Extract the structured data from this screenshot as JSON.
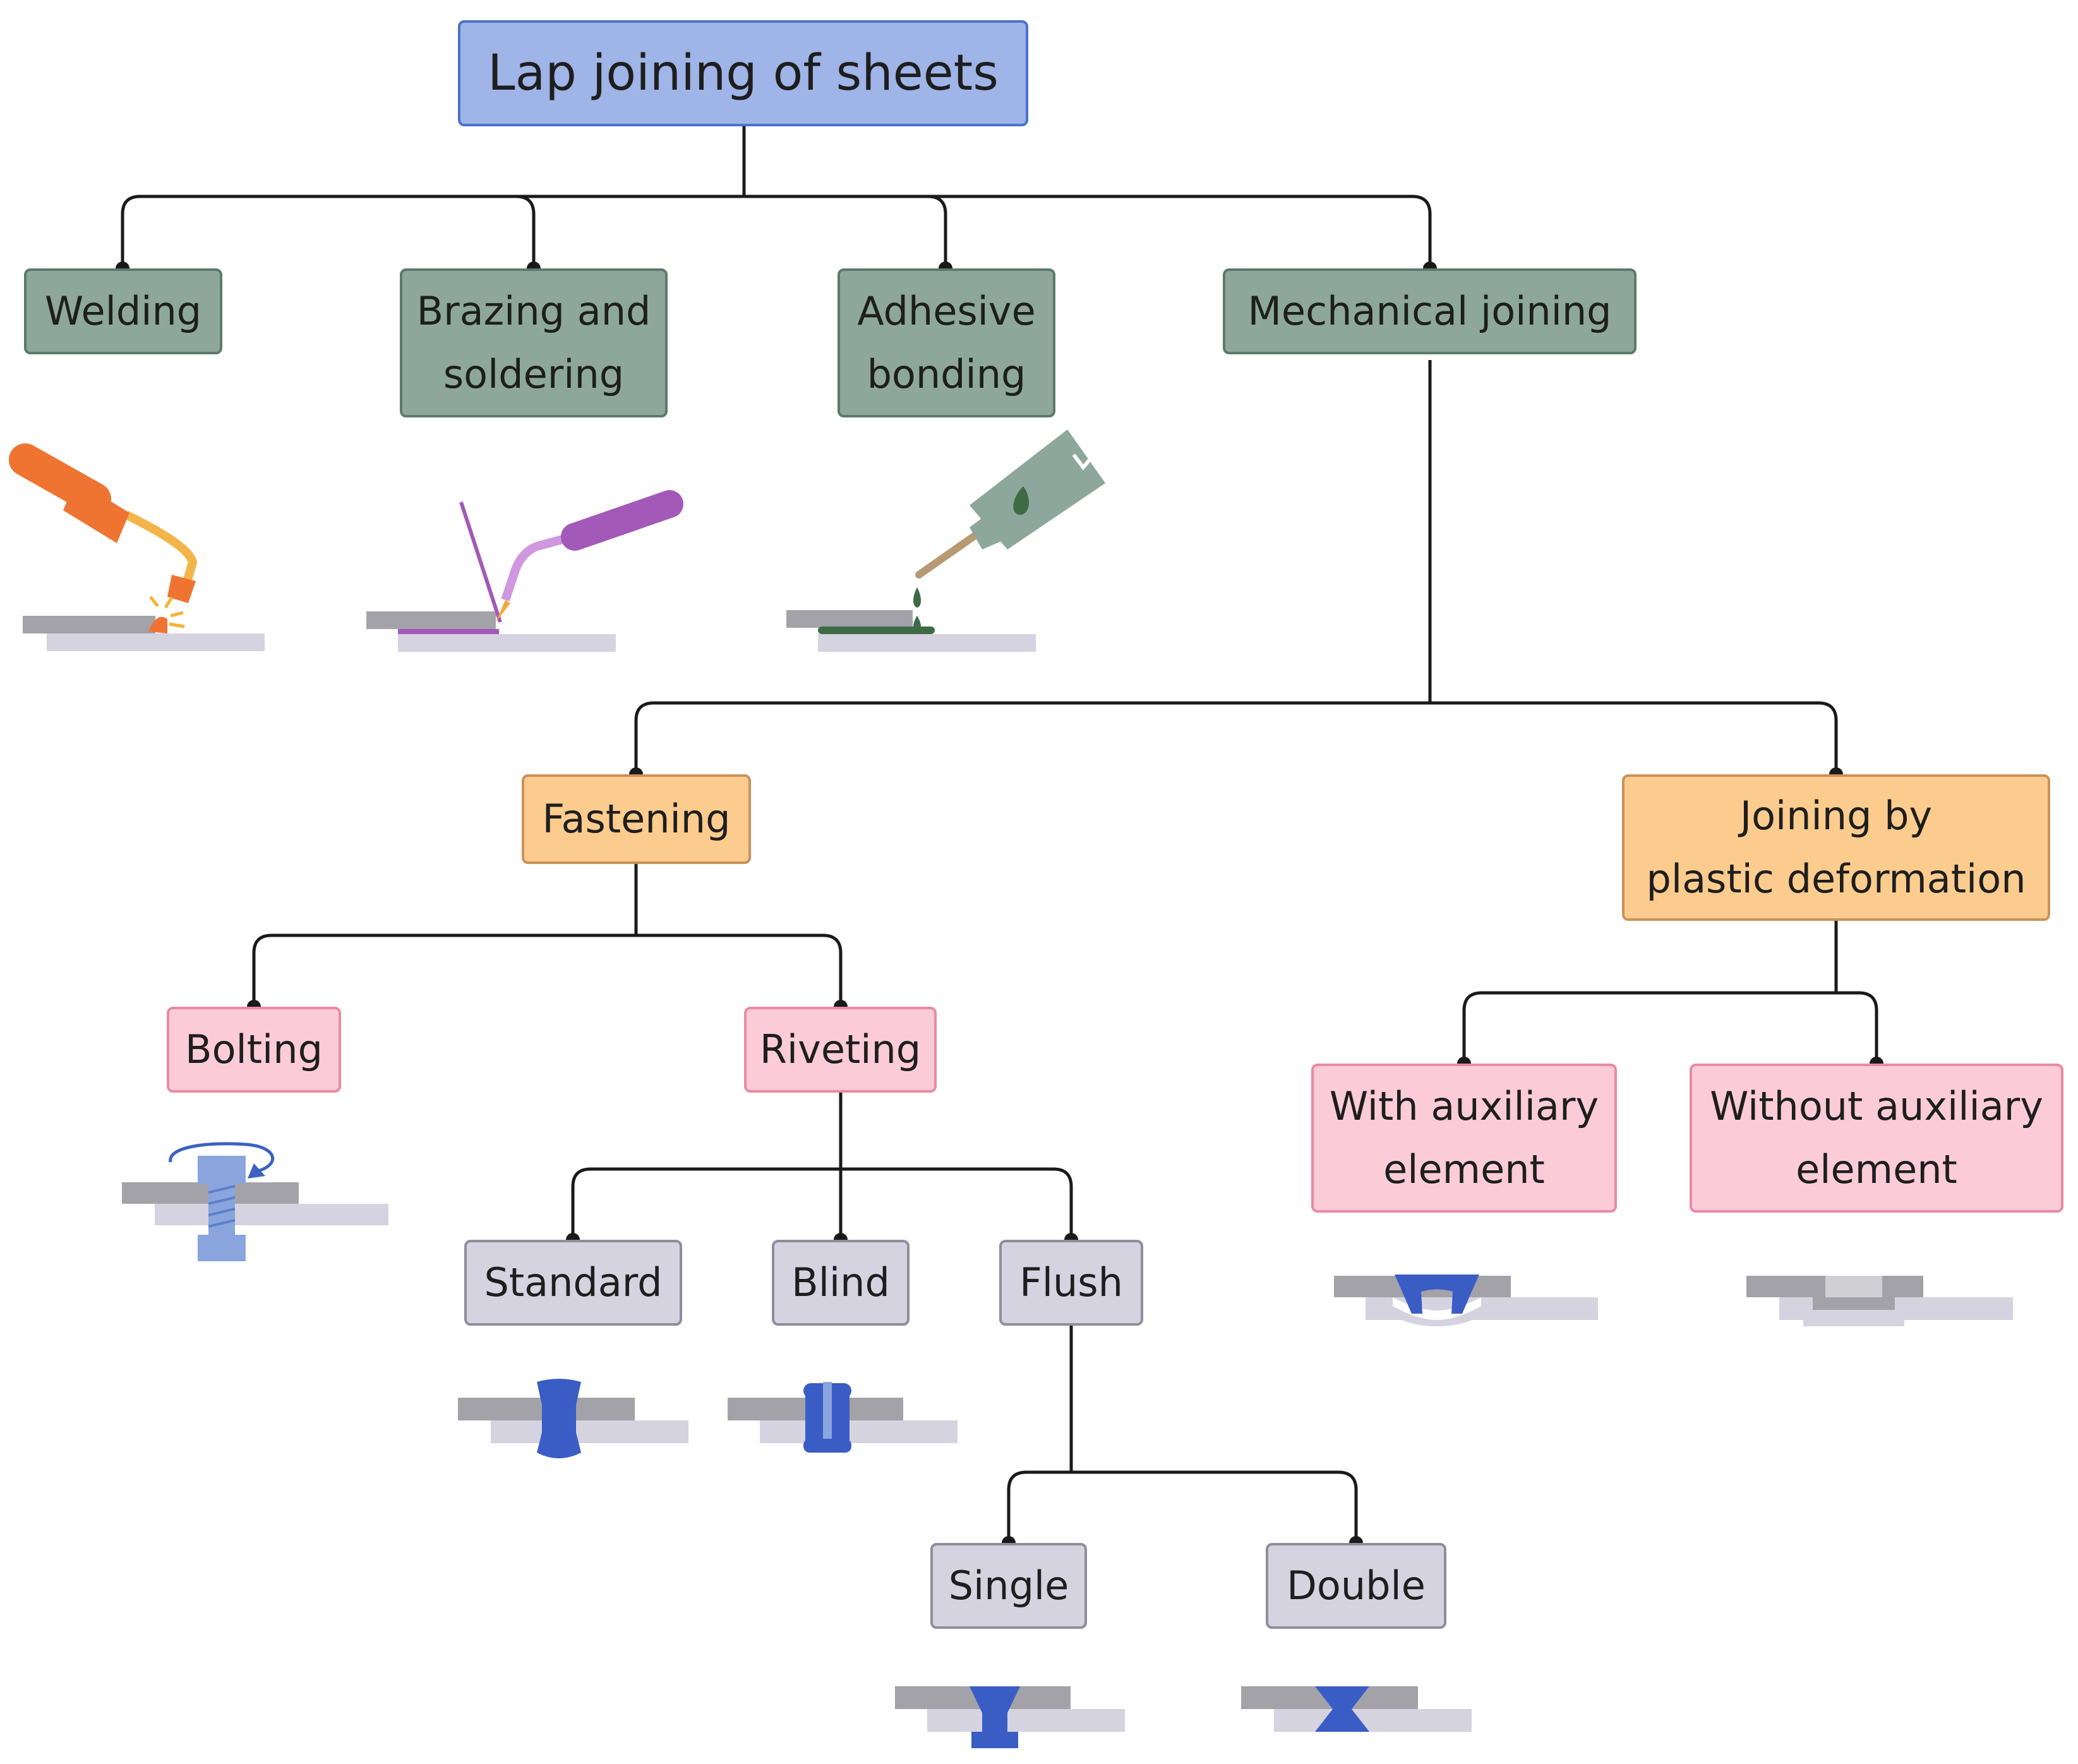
{
  "colors": {
    "connector": "#1a1a1a",
    "sheet_top": "#a3a2a9",
    "sheet_bottom": "#d5d3e0",
    "welding_torch": "#ef7431",
    "welding_hose": "#f3b54a",
    "spark": "#f9b233",
    "brazing_torch": "#a359b8",
    "brazing_tip": "#cf97de",
    "brazing_flame": "#f6a63b",
    "adhesive_tube": "#8da79c",
    "adhesive_drop": "#3d6b45",
    "adhesive_nozzle": "#b79a74",
    "bolt": "#8aa5dd",
    "bolt_arrow": "#3b62c2",
    "rivet": "#3a5dc5"
  },
  "nodes": {
    "root": {
      "label": "Lap joining of sheets"
    },
    "welding": {
      "label": "Welding"
    },
    "brazing": {
      "label": "Brazing and\nsoldering"
    },
    "adhesive": {
      "label": "Adhesive\nbonding"
    },
    "mechanical": {
      "label": "Mechanical joining"
    },
    "fastening": {
      "label": "Fastening"
    },
    "plastic": {
      "label": "Joining by\nplastic deformation"
    },
    "bolting": {
      "label": "Bolting"
    },
    "riveting": {
      "label": "Riveting"
    },
    "with_aux": {
      "label": "With auxiliary\nelement"
    },
    "without_aux": {
      "label": "Without auxiliary\nelement"
    },
    "standard": {
      "label": "Standard"
    },
    "blind": {
      "label": "Blind"
    },
    "flush": {
      "label": "Flush"
    },
    "single": {
      "label": "Single"
    },
    "double": {
      "label": "Double"
    }
  },
  "icons": [
    "welding-torch-icon",
    "brazing-torch-icon",
    "adhesive-tube-icon",
    "bolt-joint-icon",
    "standard-rivet-icon",
    "blind-rivet-icon",
    "clinch-with-element-icon",
    "clinch-without-element-icon",
    "single-flush-rivet-icon",
    "double-flush-rivet-icon"
  ]
}
